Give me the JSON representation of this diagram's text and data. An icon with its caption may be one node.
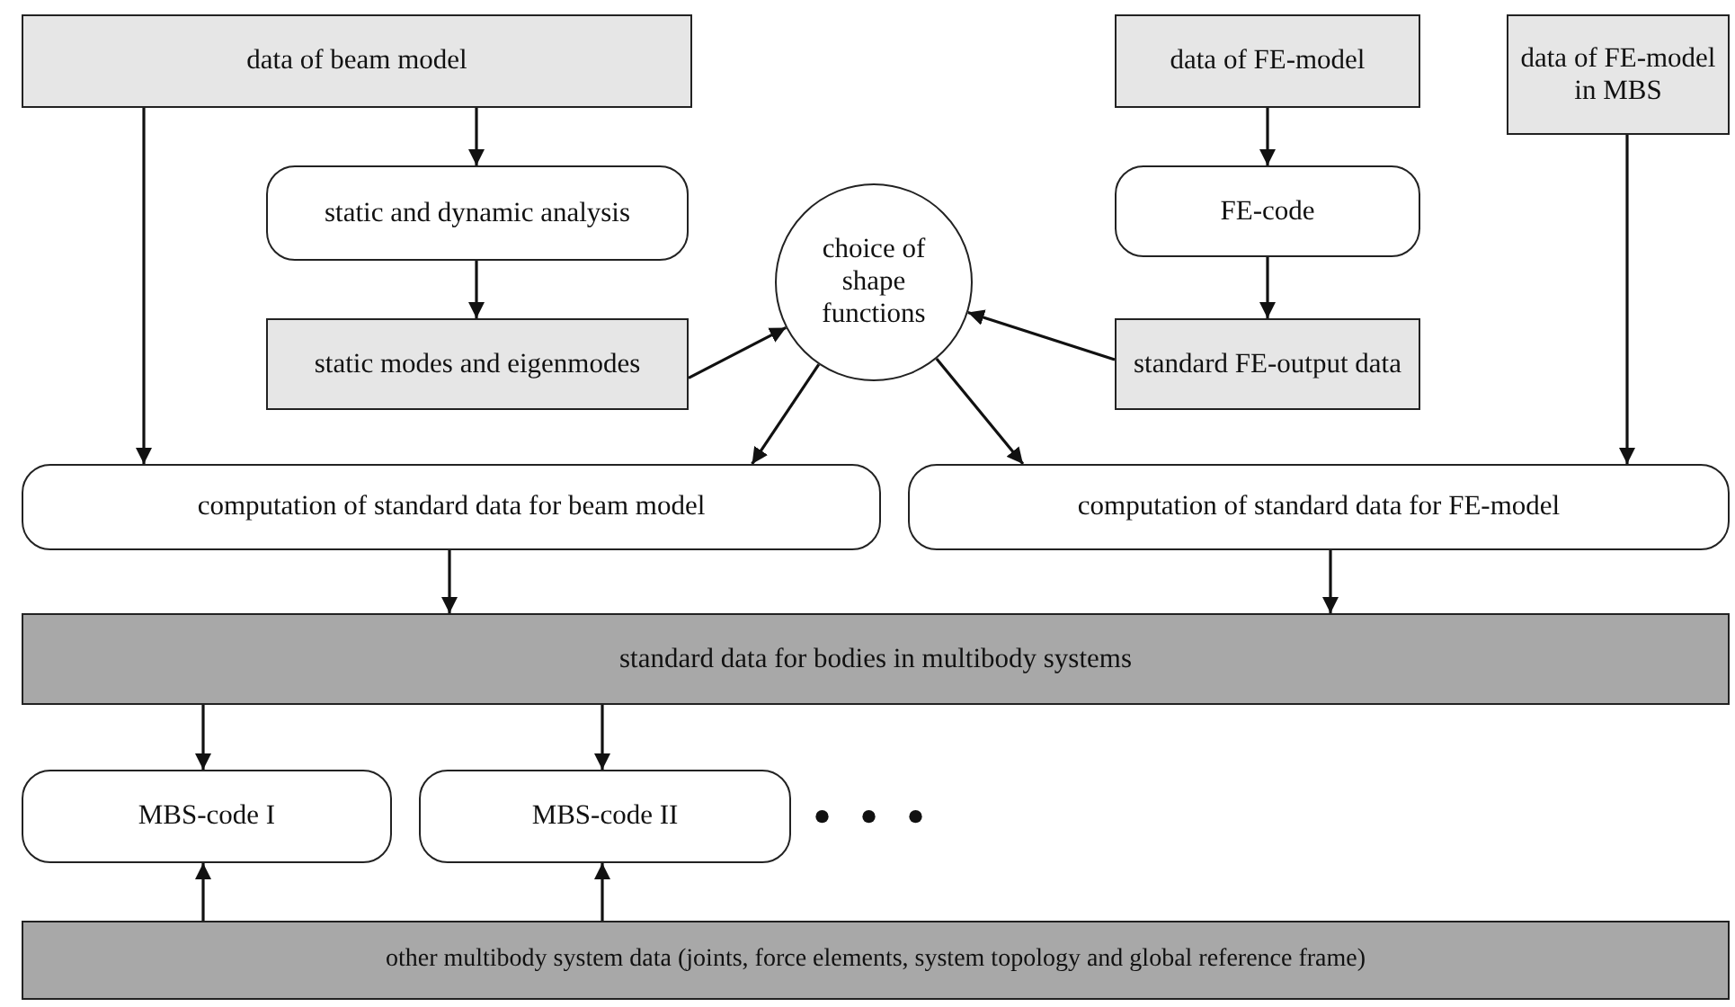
{
  "diagram": {
    "nodes": [
      {
        "text": [
          "data of beam model"
        ]
      },
      {
        "text": [
          "static and dynamic analysis"
        ]
      },
      {
        "text": [
          "static modes and eigenmodes"
        ]
      },
      {
        "text": [
          "choice of shape functions"
        ]
      },
      {
        "text": [
          "data of FE-model"
        ]
      },
      {
        "text": [
          "FE-code"
        ]
      },
      {
        "text": [
          "standard FE-output data"
        ]
      },
      {
        "text": [
          "data of FE-model in MBS"
        ]
      },
      {
        "text": [
          "computation of standard data for beam model"
        ]
      },
      {
        "text": [
          "computation of standard data for FE-model"
        ]
      },
      {
        "text": [
          "standard data for bodies in multibody systems"
        ]
      },
      {
        "text": [
          "MBS-code I"
        ]
      },
      {
        "text": [
          "MBS-code II"
        ]
      },
      {
        "text": [
          "other multibody system data (joints, force elements, system topology and global reference frame)"
        ]
      }
    ],
    "edges": [
      {
        "from": 0,
        "to": 1,
        "arrow": "to"
      },
      {
        "from": 0,
        "to": 8,
        "arrow": "to"
      },
      {
        "from": 1,
        "to": 2,
        "arrow": "to"
      },
      {
        "from": 2,
        "to": 3,
        "arrow": "to"
      },
      {
        "from": 6,
        "to": 3,
        "arrow": "to"
      },
      {
        "from": 3,
        "to": 8,
        "arrow": "to"
      },
      {
        "from": 3,
        "to": 9,
        "arrow": "to"
      },
      {
        "from": 4,
        "to": 5,
        "arrow": "to"
      },
      {
        "from": 5,
        "to": 6,
        "arrow": "to"
      },
      {
        "from": 7,
        "to": 9,
        "arrow": "to"
      },
      {
        "from": 8,
        "to": 10,
        "arrow": "to"
      },
      {
        "from": 9,
        "to": 10,
        "arrow": "to"
      },
      {
        "from": 10,
        "to": 11,
        "arrow": "to"
      },
      {
        "from": 10,
        "to": 12,
        "arrow": "to"
      },
      {
        "from": 13,
        "to": 11,
        "arrow": "to"
      },
      {
        "from": 13,
        "to": 12,
        "arrow": "to"
      }
    ],
    "labels": [
      "• • •"
    ]
  }
}
